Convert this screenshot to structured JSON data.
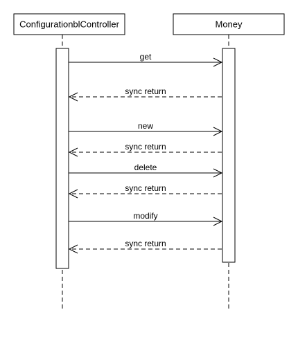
{
  "participants": [
    {
      "name": "ConfigurationblController"
    },
    {
      "name": "Money"
    }
  ],
  "messages": [
    {
      "label": "get",
      "from": 0,
      "to": 1,
      "kind": "sync"
    },
    {
      "label": "sync return",
      "from": 1,
      "to": 0,
      "kind": "return"
    },
    {
      "label": "new",
      "from": 0,
      "to": 1,
      "kind": "sync"
    },
    {
      "label": "sync return",
      "from": 1,
      "to": 0,
      "kind": "return"
    },
    {
      "label": "delete",
      "from": 0,
      "to": 1,
      "kind": "sync"
    },
    {
      "label": "sync return",
      "from": 1,
      "to": 0,
      "kind": "return"
    },
    {
      "label": "modify",
      "from": 0,
      "to": 1,
      "kind": "sync"
    },
    {
      "label": "sync return",
      "from": 1,
      "to": 0,
      "kind": "return"
    }
  ]
}
